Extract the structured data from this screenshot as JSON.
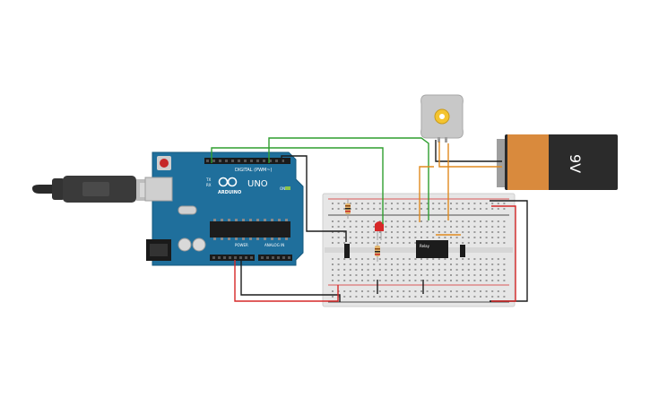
{
  "arduino": {
    "brand": "ARDUINO",
    "model": "UNO",
    "digital_label": "DIGITAL (PWM~)",
    "analog_label": "ANALOG IN",
    "power_label": "POWER",
    "on_label": "ON",
    "tx_label": "TX",
    "rx_label": "RX",
    "board_color": "#1f6f9c"
  },
  "battery": {
    "label": "9V",
    "body_color": "#2b2b2b",
    "label_color": "#d98a3d"
  },
  "relay": {
    "label": "Relay"
  },
  "wires": {
    "green": "#2f9e2f",
    "black": "#1c1c1c",
    "red": "#d62828",
    "orange": "#e08a1e"
  }
}
